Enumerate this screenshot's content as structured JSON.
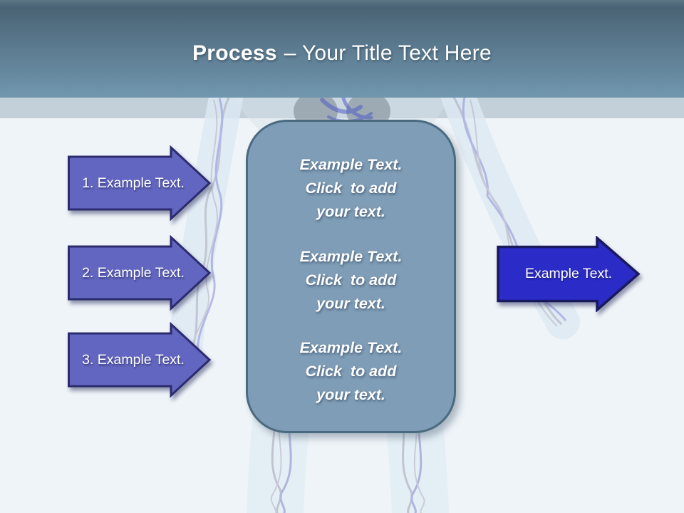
{
  "header": {
    "title_bold": "Process",
    "title_rest": "– Your Title Text Here"
  },
  "process_arrows": [
    {
      "label": "1. Example Text."
    },
    {
      "label": "2. Example Text."
    },
    {
      "label": "3. Example Text."
    }
  ],
  "center_box": {
    "blocks": [
      "Example Text.\nClick  to add\nyour text.",
      "Example Text.\nClick  to add\nyour text.",
      "Example Text.\nClick  to add\nyour text."
    ]
  },
  "result_arrow": {
    "label": "Example Text."
  },
  "background_figure": "human-circulatory-system-illustration",
  "colors": {
    "header_gradient_top": "#4A6375",
    "header_gradient_bottom": "#7197AF",
    "accent_band": "#C3CFD9",
    "background": "#EFF4F8",
    "step_arrow_fill": "#6366C0",
    "step_arrow_border": "#2B2B6E",
    "result_arrow_fill": "#2B2BC8",
    "result_arrow_border": "#19195E",
    "box_fill": "#7F9DB6",
    "box_border": "#4A6A80",
    "text": "#FFFFFF"
  }
}
